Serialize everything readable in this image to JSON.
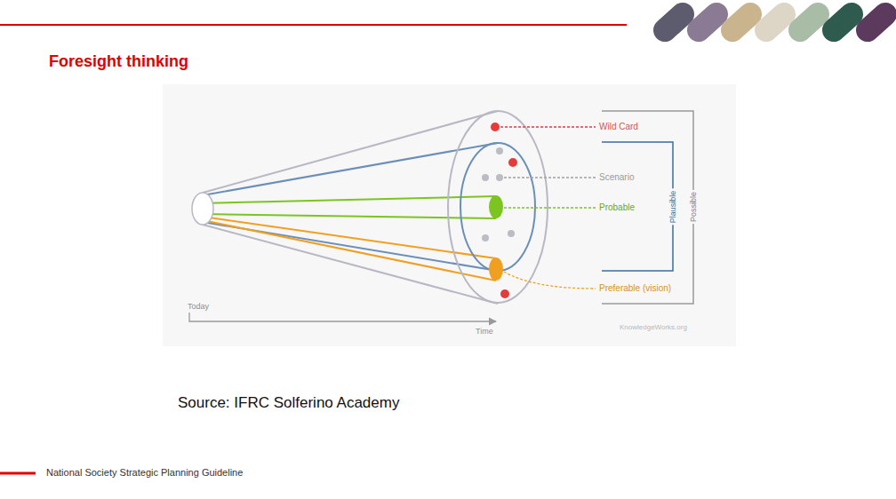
{
  "diagram": {
    "title": "Foresight thinking",
    "caption": "Source: IFRC Solferino Academy",
    "labels": [
      "Wild Card",
      "Scenario",
      "Probable",
      "Preferable (vision)",
      "Plausible",
      "Possible",
      "Today",
      "Time",
      "KnowledgeWorks.org",
      "National Society Strategic Planning Guideline"
    ]
  }
}
